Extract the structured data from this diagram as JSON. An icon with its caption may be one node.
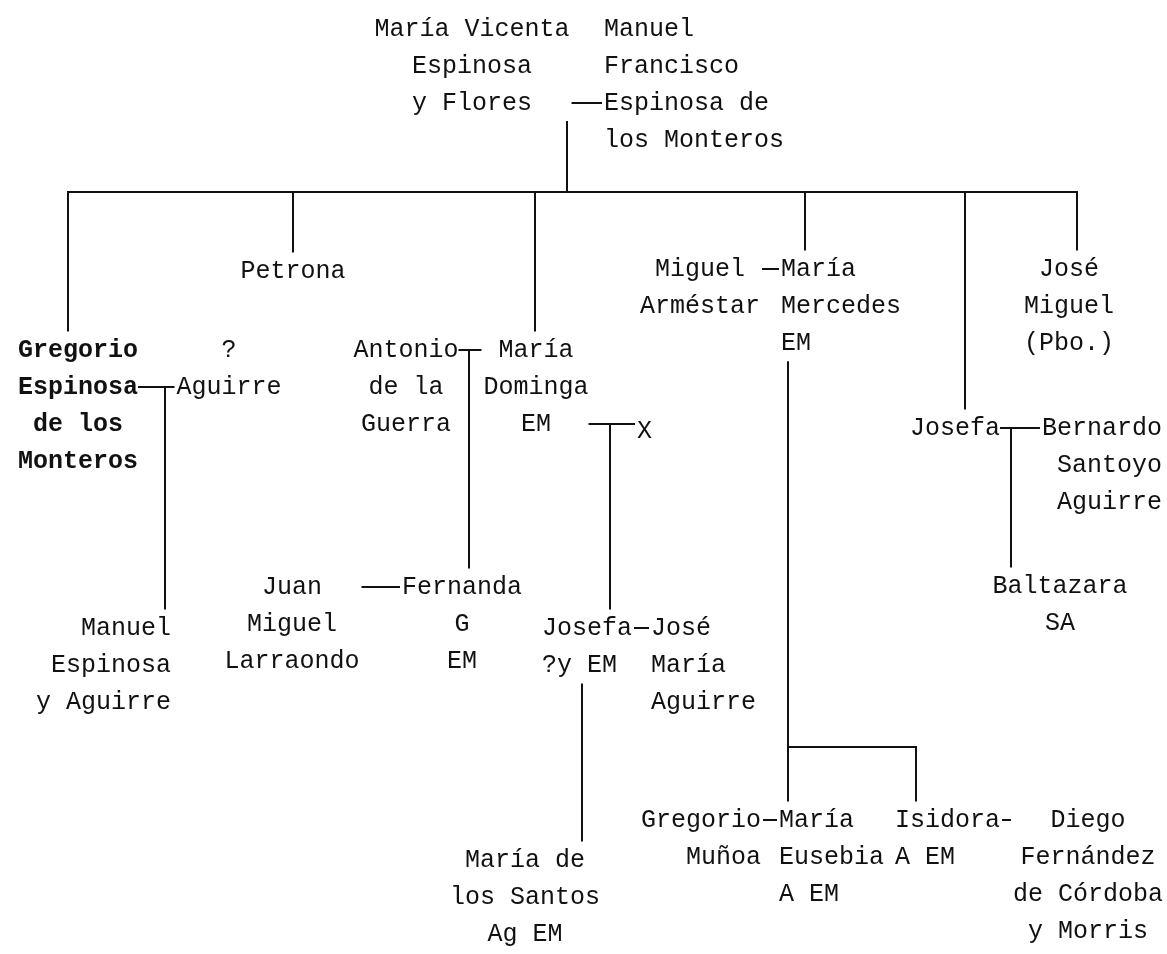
{
  "diagram": {
    "nodes": [
      {
        "text": [
          "María Vicenta Espinosa y Flores"
        ]
      },
      {
        "text": [
          "Manuel Francisco Espinosa de los Monteros"
        ]
      },
      {
        "text": [
          "Gregorio Espinosa de los Monteros"
        ]
      },
      {
        "text": [
          "Petrona"
        ]
      },
      {
        "text": [
          "? Aguirre"
        ]
      },
      {
        "text": [
          "Antonio de la Guerra"
        ]
      },
      {
        "text": [
          "María Dominga EM"
        ]
      },
      {
        "text": [
          "X"
        ]
      },
      {
        "text": [
          "Miguel Arméstar"
        ]
      },
      {
        "text": [
          "María Mercedes EM"
        ]
      },
      {
        "text": [
          "José Miguel (Pbo.)"
        ]
      },
      {
        "text": [
          "Manuel Espinosa y Aguirre"
        ]
      },
      {
        "text": [
          "Juan Miguel Larraondo"
        ]
      },
      {
        "text": [
          "Fernanda G EM"
        ]
      },
      {
        "text": [
          "Josefa ?y EM"
        ]
      },
      {
        "text": [
          "José María Aguirre"
        ]
      },
      {
        "text": [
          "Josefa"
        ]
      },
      {
        "text": [
          "Bernardo Santoyo Aguirre"
        ]
      },
      {
        "text": [
          "Baltazara SA"
        ]
      },
      {
        "text": [
          "María de los Santos Ag EM"
        ]
      },
      {
        "text": [
          "Gregorio Muñoa"
        ]
      },
      {
        "text": [
          "María Eusebia A EM"
        ]
      },
      {
        "text": [
          "Isidora A EM"
        ]
      },
      {
        "text": [
          "Diego Fernández de Córdoba y Morris"
        ]
      }
    ],
    "edges": [
      {
        "from": 0,
        "to": 1,
        "arrow": "none"
      },
      {
        "from": 2,
        "to": 4,
        "arrow": "none"
      },
      {
        "from": 5,
        "to": 6,
        "arrow": "none"
      },
      {
        "from": 6,
        "to": 7,
        "arrow": "none"
      },
      {
        "from": 8,
        "to": 9,
        "arrow": "none"
      },
      {
        "from": 12,
        "to": 13,
        "arrow": "none"
      },
      {
        "from": 14,
        "to": 15,
        "arrow": "none"
      },
      {
        "from": 16,
        "to": 17,
        "arrow": "none"
      },
      {
        "from": 20,
        "to": 21,
        "arrow": "none"
      },
      {
        "from": 22,
        "to": 23,
        "arrow": "none"
      },
      {
        "from": 0,
        "to": 2,
        "arrow": "none"
      },
      {
        "from": 0,
        "to": 3,
        "arrow": "none"
      },
      {
        "from": 0,
        "to": 6,
        "arrow": "none"
      },
      {
        "from": 0,
        "to": 9,
        "arrow": "none"
      },
      {
        "from": 0,
        "to": 16,
        "arrow": "none"
      },
      {
        "from": 0,
        "to": 10,
        "arrow": "none"
      },
      {
        "from": 2,
        "to": 11,
        "arrow": "none"
      },
      {
        "from": 5,
        "to": 13,
        "arrow": "none"
      },
      {
        "from": 6,
        "to": 14,
        "arrow": "none"
      },
      {
        "from": 9,
        "to": 21,
        "arrow": "none"
      },
      {
        "from": 9,
        "to": 22,
        "arrow": "none"
      },
      {
        "from": 16,
        "to": 18,
        "arrow": "none"
      },
      {
        "from": 14,
        "to": 19,
        "arrow": "none"
      }
    ]
  }
}
